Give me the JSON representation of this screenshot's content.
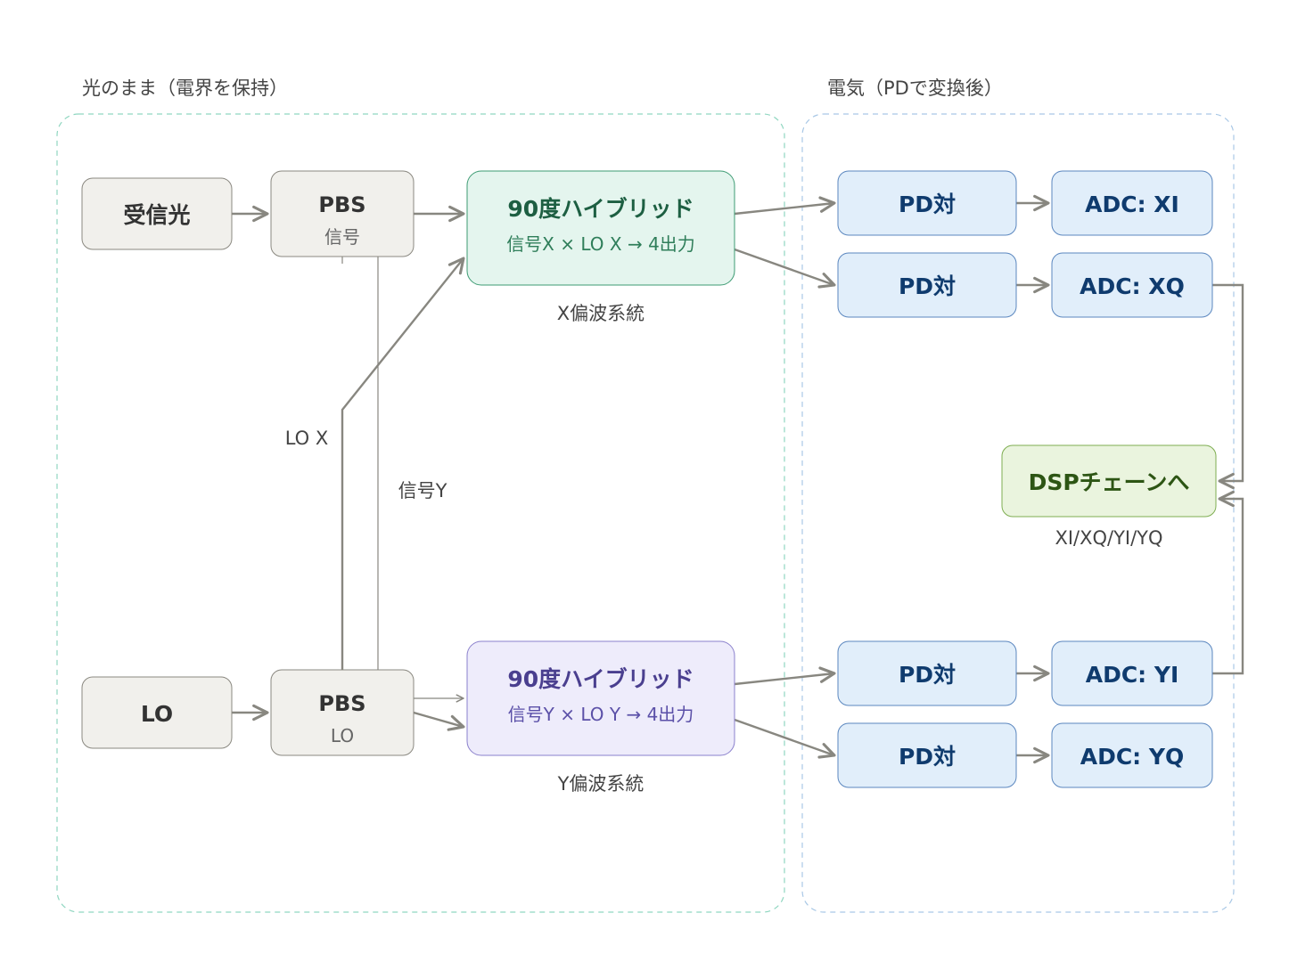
{
  "regions": {
    "optical": "光のまま（電界を保持）",
    "electrical": "電気（PDで変換後）"
  },
  "nodes": {
    "rx": {
      "title": "受信光"
    },
    "lo": {
      "title": "LO"
    },
    "pbs_sig": {
      "title": "PBS",
      "sub": "信号"
    },
    "pbs_lo": {
      "title": "PBS",
      "sub": "LO"
    },
    "hyb_x": {
      "title": "90度ハイブリッド",
      "sub": "信号X × LO X → 4出力"
    },
    "hyb_y": {
      "title": "90度ハイブリッド",
      "sub": "信号Y × LO Y → 4出力"
    },
    "pd_xi": {
      "title": "PD対"
    },
    "pd_xq": {
      "title": "PD対"
    },
    "pd_yi": {
      "title": "PD対"
    },
    "pd_yq": {
      "title": "PD対"
    },
    "adc_xi": {
      "title": "ADC: XI"
    },
    "adc_xq": {
      "title": "ADC: XQ"
    },
    "adc_yi": {
      "title": "ADC: YI"
    },
    "adc_yq": {
      "title": "ADC: YQ"
    },
    "dsp": {
      "title": "DSPチェーンへ"
    }
  },
  "captions": {
    "x_pol": "X偏波系統",
    "y_pol": "Y偏波系統",
    "dsp_inputs": "XI/XQ/YI/YQ"
  },
  "edge_labels": {
    "lo_x": "LO X",
    "sig_y": "信号Y"
  },
  "colors": {
    "neutral_fill": "#f1f0ec",
    "neutral_stroke": "#8a8880",
    "neutral_text": "#333333",
    "green_fill": "#e4f5ee",
    "green_stroke": "#3d9b73",
    "green_text": "#1d5f42",
    "purple_fill": "#eeecfb",
    "purple_stroke": "#8a80cc",
    "purple_text": "#4a3f8f",
    "blue_fill": "#e1eefa",
    "blue_stroke": "#5b87bf",
    "blue_text": "#0f3b6e",
    "lime_fill": "#eaf4de",
    "lime_stroke": "#7fae52",
    "lime_text": "#2d5514",
    "edge": "#888780",
    "region_optical": "#8fd6c0",
    "region_electrical": "#a9c8e6"
  }
}
